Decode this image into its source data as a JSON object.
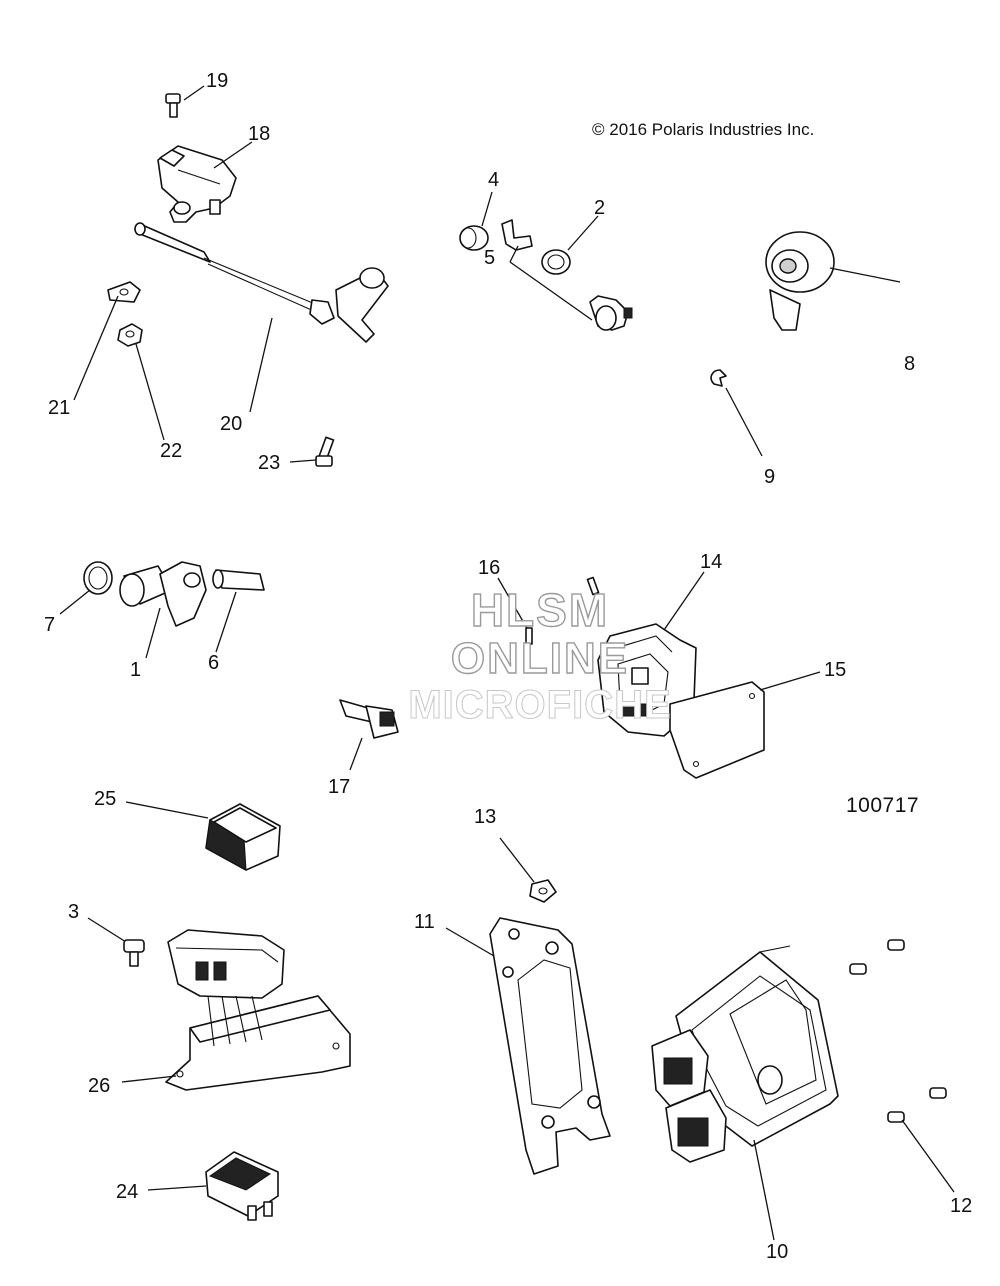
{
  "copyright": "© 2016 Polaris Industries Inc.",
  "diagram_id": "100717",
  "watermark": [
    "HLSM",
    "ONLINE",
    "MICROFICHE"
  ],
  "callouts": {
    "c1": "1",
    "c2": "2",
    "c3": "3",
    "c4": "4",
    "c5": "5",
    "c6": "6",
    "c7": "7",
    "c8": "8",
    "c9": "9",
    "c10": "10",
    "c11": "11",
    "c12": "12",
    "c13": "13",
    "c14": "14",
    "c15": "15",
    "c16": "16",
    "c17": "17",
    "c18": "18",
    "c19": "19",
    "c20": "20",
    "c21": "21",
    "c22": "22",
    "c23": "23",
    "c24": "24",
    "c25": "25",
    "c26": "26"
  }
}
